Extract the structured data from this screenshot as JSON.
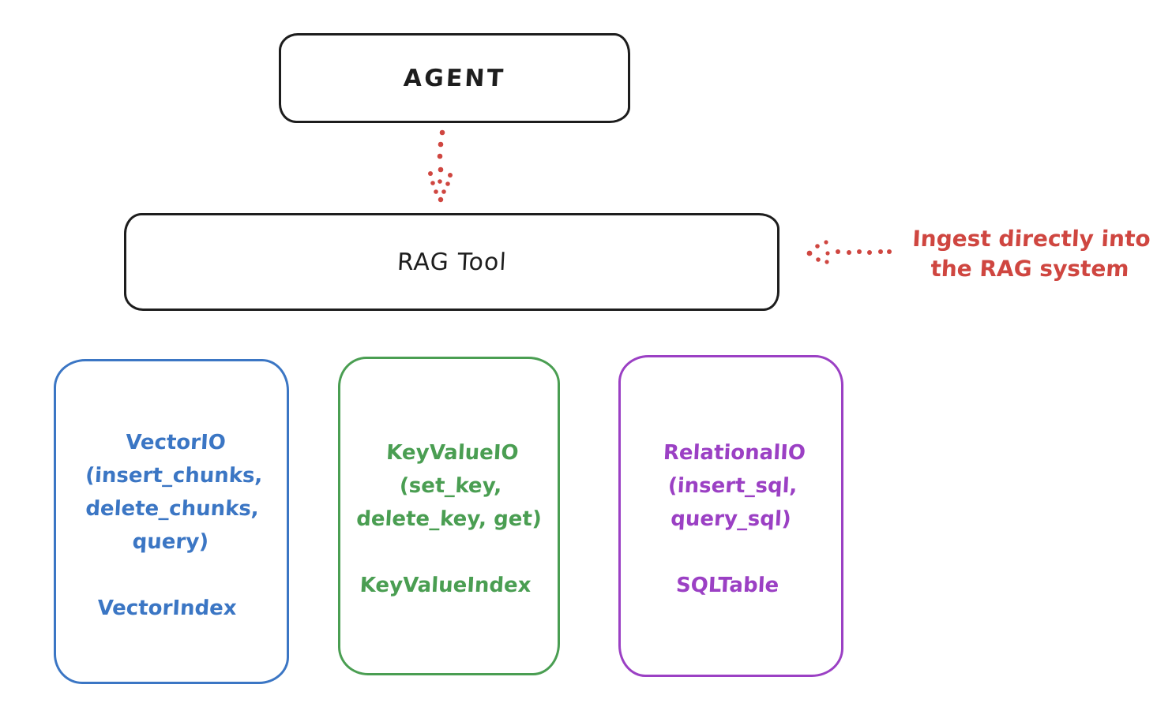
{
  "colors": {
    "ink": "#1d1d1d",
    "red": "#cf4640",
    "blue": "#3b76c4",
    "green": "#4a9e52",
    "purple": "#9b40c4",
    "background": "#ffffff"
  },
  "agent_box": {
    "label": "AGENT"
  },
  "rag_tool_box": {
    "label": "RAG Tool"
  },
  "annotation": {
    "line1": "Ingest directly into",
    "line2": "the RAG system",
    "arrow_icon": "dotted-arrow-left"
  },
  "agent_to_rag_arrow_icon": "dotted-arrow-down",
  "storage_boxes": [
    {
      "id": "vector",
      "lines": [
        "VectorIO",
        "(insert_chunks,",
        "delete_chunks,",
        "query)"
      ],
      "index_label": "VectorIndex",
      "color": "#3b76c4"
    },
    {
      "id": "keyvalue",
      "lines": [
        "KeyValueIO",
        "(set_key,",
        "delete_key, get)"
      ],
      "index_label": "KeyValueIndex",
      "color": "#4a9e52"
    },
    {
      "id": "relational",
      "lines": [
        "RelationalIO",
        "(insert_sql,",
        "query_sql)"
      ],
      "index_label": "SQLTable",
      "color": "#9b40c4"
    }
  ]
}
